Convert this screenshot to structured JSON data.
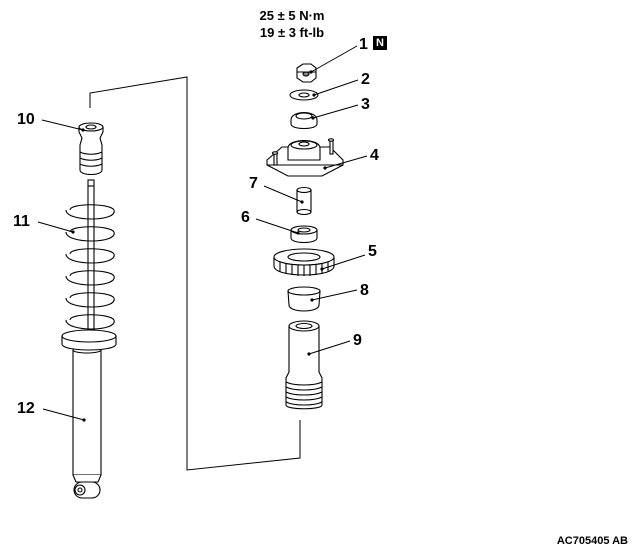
{
  "torque": {
    "metric": "25 ± 5 N·m",
    "imperial": "19 ± 3 ft-lb"
  },
  "badge": "N",
  "callouts": [
    {
      "id": "1",
      "label": "1"
    },
    {
      "id": "2",
      "label": "2"
    },
    {
      "id": "3",
      "label": "3"
    },
    {
      "id": "4",
      "label": "4"
    },
    {
      "id": "5",
      "label": "5"
    },
    {
      "id": "6",
      "label": "6"
    },
    {
      "id": "7",
      "label": "7"
    },
    {
      "id": "8",
      "label": "8"
    },
    {
      "id": "9",
      "label": "9"
    },
    {
      "id": "10",
      "label": "10"
    },
    {
      "id": "11",
      "label": "11"
    },
    {
      "id": "12",
      "label": "12"
    }
  ],
  "figure_id": "AC705405 AB"
}
